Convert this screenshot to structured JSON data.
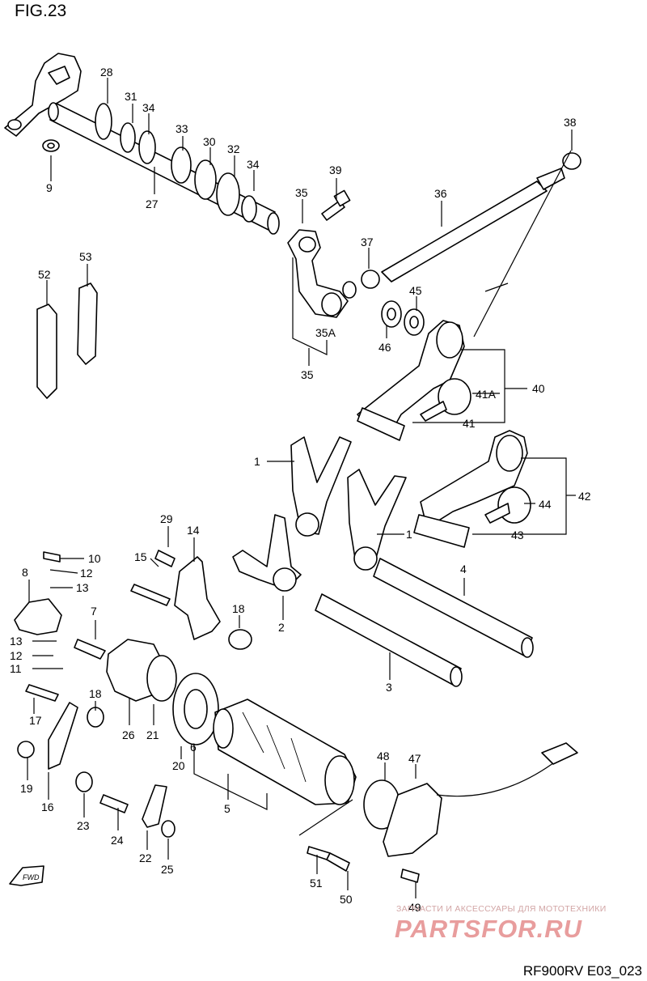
{
  "figure": {
    "title": "FIG.23",
    "code": "RF900RV E03_023"
  },
  "watermark": {
    "tagline": "ЗАПЧАСТИ И АКСЕССУАРЫ ДЛЯ МОТОТЕХНИКИ",
    "logo": "PARTSFOR.RU"
  },
  "direction_badge": "FWD",
  "callouts": [
    {
      "id": "c28",
      "text": "28"
    },
    {
      "id": "c31",
      "text": "31"
    },
    {
      "id": "c34a",
      "text": "34"
    },
    {
      "id": "c9",
      "text": "9"
    },
    {
      "id": "c33",
      "text": "33"
    },
    {
      "id": "c30",
      "text": "30"
    },
    {
      "id": "c32",
      "text": "32"
    },
    {
      "id": "c34b",
      "text": "34"
    },
    {
      "id": "c27",
      "text": "27"
    },
    {
      "id": "c39",
      "text": "39"
    },
    {
      "id": "c35a",
      "text": "35"
    },
    {
      "id": "c36",
      "text": "36"
    },
    {
      "id": "c38",
      "text": "38"
    },
    {
      "id": "c37",
      "text": "37"
    },
    {
      "id": "c45",
      "text": "45"
    },
    {
      "id": "c46",
      "text": "46"
    },
    {
      "id": "c35A",
      "text": "35A"
    },
    {
      "id": "c35b",
      "text": "35"
    },
    {
      "id": "c52",
      "text": "52"
    },
    {
      "id": "c53",
      "text": "53"
    },
    {
      "id": "c40",
      "text": "40"
    },
    {
      "id": "c41A",
      "text": "41A"
    },
    {
      "id": "c41",
      "text": "41"
    },
    {
      "id": "c1a",
      "text": "1"
    },
    {
      "id": "c1b",
      "text": "1"
    },
    {
      "id": "c42",
      "text": "42"
    },
    {
      "id": "c44",
      "text": "44"
    },
    {
      "id": "c43",
      "text": "43"
    },
    {
      "id": "c29",
      "text": "29"
    },
    {
      "id": "c14",
      "text": "14"
    },
    {
      "id": "c15",
      "text": "15"
    },
    {
      "id": "c10",
      "text": "10"
    },
    {
      "id": "c12a",
      "text": "12"
    },
    {
      "id": "c8",
      "text": "8"
    },
    {
      "id": "c13a",
      "text": "13"
    },
    {
      "id": "c4",
      "text": "4"
    },
    {
      "id": "c2",
      "text": "2"
    },
    {
      "id": "c7",
      "text": "7"
    },
    {
      "id": "c18a",
      "text": "18"
    },
    {
      "id": "c13b",
      "text": "13"
    },
    {
      "id": "c12b",
      "text": "12"
    },
    {
      "id": "c11",
      "text": "11"
    },
    {
      "id": "c3",
      "text": "3"
    },
    {
      "id": "c17",
      "text": "17"
    },
    {
      "id": "c18b",
      "text": "18"
    },
    {
      "id": "c26",
      "text": "26"
    },
    {
      "id": "c21",
      "text": "21"
    },
    {
      "id": "c6",
      "text": "6"
    },
    {
      "id": "c19",
      "text": "19"
    },
    {
      "id": "c20",
      "text": "20"
    },
    {
      "id": "c48",
      "text": "48"
    },
    {
      "id": "c47",
      "text": "47"
    },
    {
      "id": "c16",
      "text": "16"
    },
    {
      "id": "c23",
      "text": "23"
    },
    {
      "id": "c5",
      "text": "5"
    },
    {
      "id": "c24",
      "text": "24"
    },
    {
      "id": "c22",
      "text": "22"
    },
    {
      "id": "c25",
      "text": "25"
    },
    {
      "id": "c51",
      "text": "51"
    },
    {
      "id": "c50",
      "text": "50"
    },
    {
      "id": "c49",
      "text": "49"
    }
  ]
}
